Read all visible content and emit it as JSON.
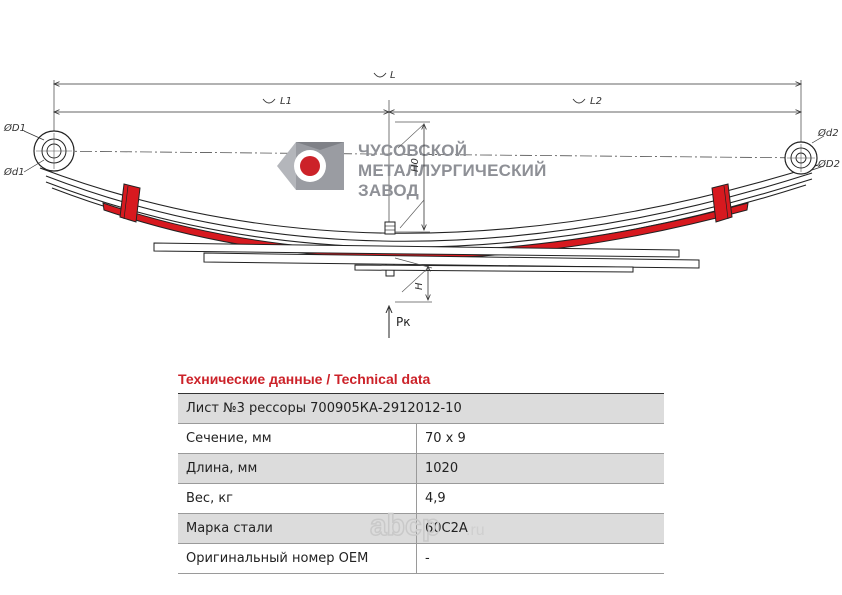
{
  "drawing": {
    "dimensions": {
      "total_length": "L",
      "left_length": "L1",
      "right_length": "L2",
      "left_eye_outer": "ØD1",
      "left_eye_inner": "Ød1",
      "right_eye_outer": "ØD2",
      "right_eye_inner": "Ød2",
      "camber": "H0",
      "height": "H",
      "load": "Pк"
    },
    "colors": {
      "leaf_highlight": "#d7191f",
      "outline": "#222222",
      "logo_red": "#cc2229",
      "logo_gray": "#8e9096"
    }
  },
  "logo": {
    "icon": "factory-logo-icon",
    "lines": [
      "ЧУСОВСКОЙ",
      "МЕТАЛЛУРГИЧЕСКИЙ",
      "ЗАВОД"
    ]
  },
  "specs": {
    "title": "Технические данные / Technical data",
    "header": "Лист №3 рессоры 700905КА-2912012-10",
    "rows": [
      {
        "label": "Сечение, мм",
        "value": "70 x 9"
      },
      {
        "label": "Длина, мм",
        "value": "1020"
      },
      {
        "label": "Вес, кг",
        "value": "4,9"
      },
      {
        "label": "Марка стали",
        "value": "60С2А"
      },
      {
        "label": "Оригинальный номер OEM",
        "value": "-"
      }
    ]
  },
  "watermark": {
    "text": "abcp",
    "suffix": ".ru"
  }
}
